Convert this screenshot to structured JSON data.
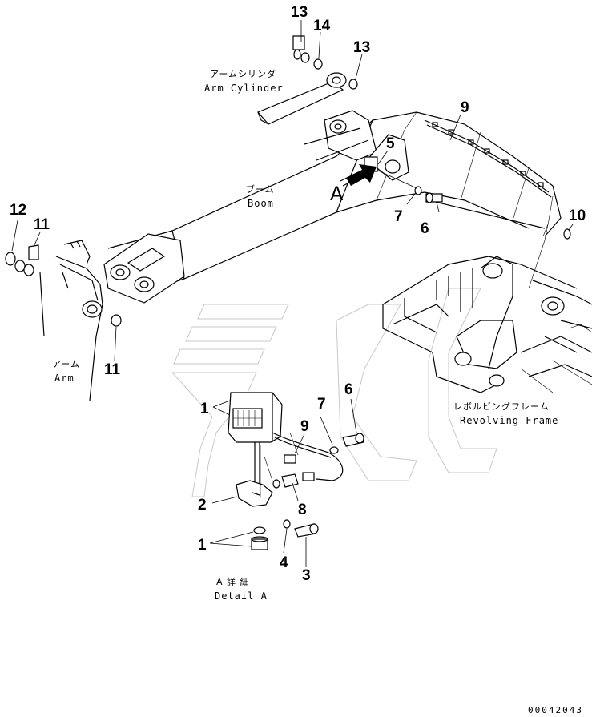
{
  "labels": {
    "arm_cylinder_jp": "アームシリンダ",
    "arm_cylinder_en": "Arm Cylinder",
    "boom_jp": "ブーム",
    "boom_en": "Boom",
    "arm_jp": "アーム",
    "arm_en": "Arm",
    "revolving_frame_jp": "レボルビングフレーム",
    "revolving_frame_en": "Revolving Frame",
    "detail_jp": "A 詳 細",
    "detail_en": "Detail A",
    "view_marker": "A"
  },
  "part_numbers": {
    "p13_top": "13",
    "p14": "14",
    "p13_right": "13",
    "p9_boom": "9",
    "p5": "5",
    "p7_boom": "7",
    "p6_boom": "6",
    "p10": "10",
    "p12": "12",
    "p11_left": "11",
    "p11_lower": "11",
    "p1_lamp": "1",
    "p9_detail": "9",
    "p7_detail": "7",
    "p6_detail": "6",
    "p2": "2",
    "p8": "8",
    "p1_nut": "1",
    "p4": "4",
    "p3": "3"
  },
  "drawing_number": "00042043"
}
